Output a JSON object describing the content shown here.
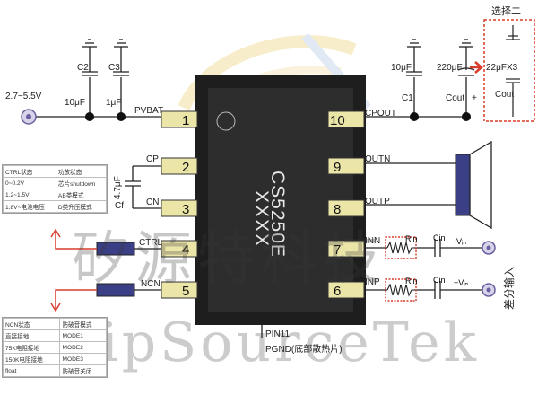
{
  "supply": {
    "range": "2.7~5.5V"
  },
  "caps": {
    "c2": {
      "name": "C2",
      "value": "10μF"
    },
    "c3": {
      "name": "C3",
      "value": "1μF"
    },
    "c1": {
      "name": "C1",
      "value": "10μF"
    },
    "cout": {
      "name": "Cout",
      "value": "220μF",
      "plus": "+"
    },
    "cf": {
      "name": "Cf",
      "value": "4.7μF"
    },
    "option": {
      "title": "选择二",
      "value": "22μFX3",
      "name": "Cout"
    }
  },
  "chip": {
    "part": "CS5250E",
    "mark": "XXXX",
    "pin11": "PIN11",
    "pgnd": "PGND(底部散热片)"
  },
  "pins_left": [
    {
      "num": "1",
      "label": "PVBAT"
    },
    {
      "num": "2",
      "label": "CP"
    },
    {
      "num": "3",
      "label": "CN"
    },
    {
      "num": "4",
      "label": "CTRL"
    },
    {
      "num": "5",
      "label": "NCN"
    }
  ],
  "pins_right": [
    {
      "num": "10",
      "label": "CPOUT"
    },
    {
      "num": "9",
      "label": "OUTN"
    },
    {
      "num": "8",
      "label": "OUTP"
    },
    {
      "num": "7",
      "label": "INN"
    },
    {
      "num": "6",
      "label": "INP"
    }
  ],
  "input": {
    "rin": "Rin",
    "cin": "Cin",
    "vneg": "-Vᵢₙ",
    "vpos": "+Vᵢₙ",
    "label": "差分输入"
  },
  "ctrl_table": {
    "header": [
      "CTRL状态",
      "功放状态"
    ],
    "rows": [
      [
        "0~0.2V",
        "芯片shutdown"
      ],
      [
        "1.2~1.5V",
        "AB类模式"
      ],
      [
        "1.8V~电池电压",
        "D类升压模式"
      ]
    ]
  },
  "ncn_table": {
    "header": [
      "NCN状态",
      "防破音模式"
    ],
    "rows": [
      [
        "直接接地",
        "MODE1"
      ],
      [
        "75K电阻接地",
        "MODE2"
      ],
      [
        "150K电阻接地",
        "MODE3"
      ],
      [
        "float",
        "防破音关闭"
      ]
    ]
  },
  "watermark": {
    "cn": "矽源特科技",
    "en": "ChipSourceTek"
  },
  "colors": {
    "chip": "#1e1e1e",
    "pin": "#ece5a8",
    "accent": "#d83c2c",
    "wire": "#222222"
  }
}
